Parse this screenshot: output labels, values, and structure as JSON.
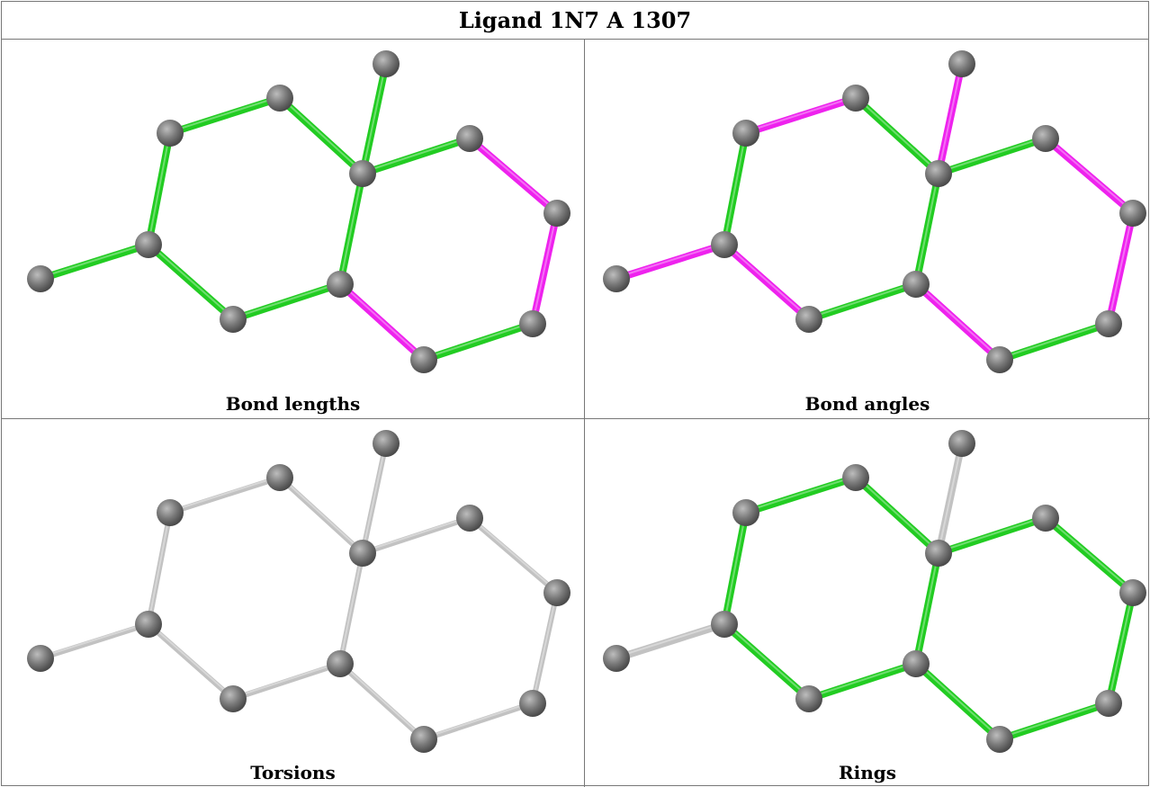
{
  "title": "Ligand 1N7 A 1307",
  "colors": {
    "bond_green": "#22cc22",
    "bond_magenta": "#ee22ee",
    "bond_gray": "#c2c2c2",
    "atom": "#7a7a7a"
  },
  "panels": [
    {
      "caption": "Bond lengths",
      "default_color": "#22cc22",
      "colored_bonds": {
        "7": "#ee22ee",
        "8": "#ee22ee",
        "11": "#ee22ee",
        "12": "#ee22ee"
      }
    },
    {
      "caption": "Bond angles",
      "default_color": "#ee22ee",
      "colored_bonds": {
        "0": "#22cc22",
        "1": "#22cc22",
        "3": "#22cc22",
        "5": "#22cc22",
        "6": "#22cc22",
        "9": "#22cc22"
      }
    },
    {
      "caption": "Torsions",
      "default_color": "#c2c2c2",
      "colored_bonds": {}
    },
    {
      "caption": "Rings",
      "default_color": "#22cc22",
      "colored_bonds": {
        "4": "#c2c2c2",
        "13": "#c2c2c2"
      }
    }
  ]
}
